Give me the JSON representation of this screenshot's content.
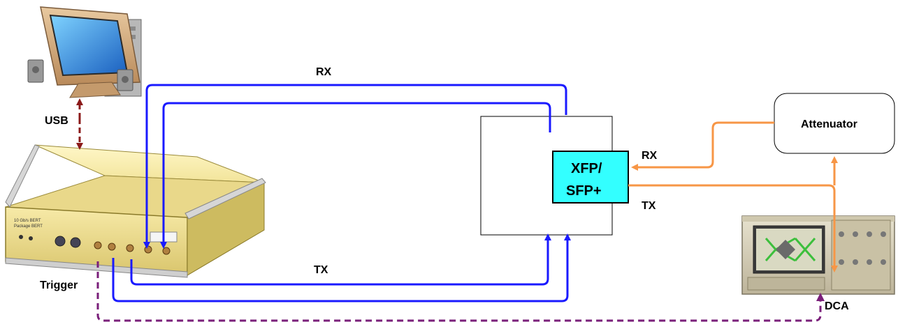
{
  "labels": {
    "rx_top": "RX",
    "tx_bottom": "TX",
    "usb": "USB",
    "trigger": "Trigger",
    "module_line1": "XFP/",
    "module_line2": "SFP+",
    "rx_module": "RX",
    "tx_module": "TX",
    "attenuator": "Attenuator",
    "dca": "DCA"
  },
  "colors": {
    "electrical": "#1a1aff",
    "optical": "#f79646",
    "usb": "#8b1a1a",
    "trigger": "#7a1f7a",
    "module_fill": "#33ffff"
  },
  "icons": {
    "computer": "desktop-computer-icon",
    "tester": "bert-instrument-icon",
    "scope": "dca-oscilloscope-icon"
  }
}
